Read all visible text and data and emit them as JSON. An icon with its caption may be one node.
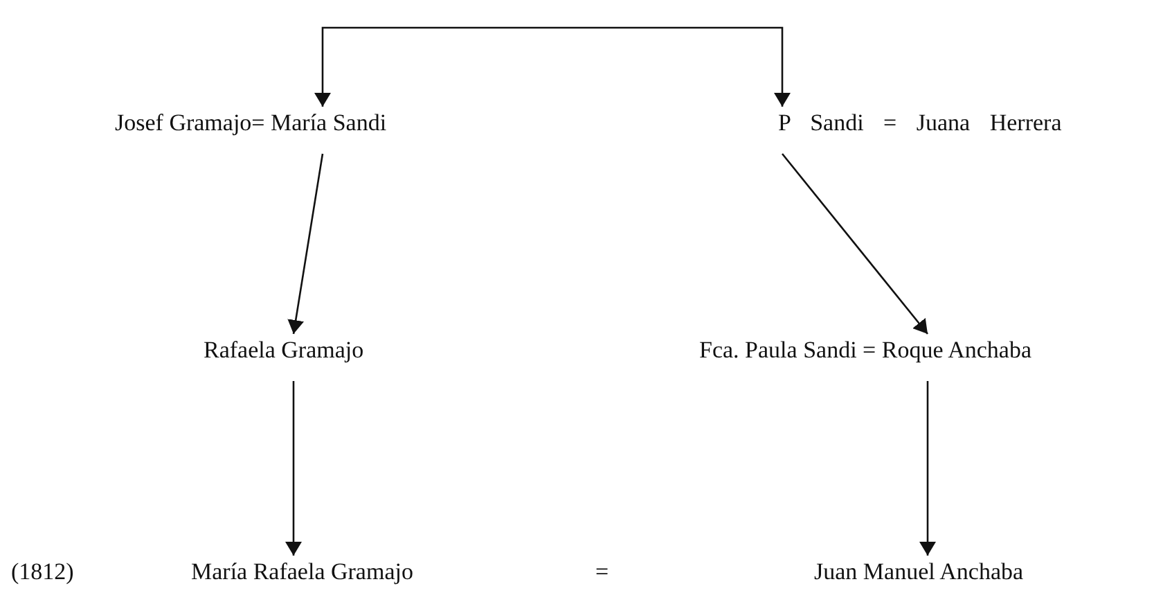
{
  "diagram": {
    "nodes": [
      {
        "text": [
          "Josef Gramajo= María Sandi"
        ]
      },
      {
        "text": [
          "P Sandi = Juana Herrera"
        ]
      },
      {
        "text": [
          "Rafaela Gramajo"
        ]
      },
      {
        "text": [
          "Fca. Paula Sandi = Roque Anchaba"
        ]
      },
      {
        "text": [
          "María Rafaela Gramajo"
        ]
      },
      {
        "text": [
          "Juan Manuel Anchaba"
        ]
      }
    ],
    "edges": [
      {
        "from": 0,
        "to": 1,
        "arrow": "both"
      },
      {
        "from": 0,
        "to": 2,
        "arrow": "to"
      },
      {
        "from": 2,
        "to": 4,
        "arrow": "to"
      },
      {
        "from": 1,
        "to": 3,
        "arrow": "to"
      },
      {
        "from": 3,
        "to": 5,
        "arrow": "to"
      }
    ],
    "labels": [
      "(1812)",
      "="
    ]
  }
}
